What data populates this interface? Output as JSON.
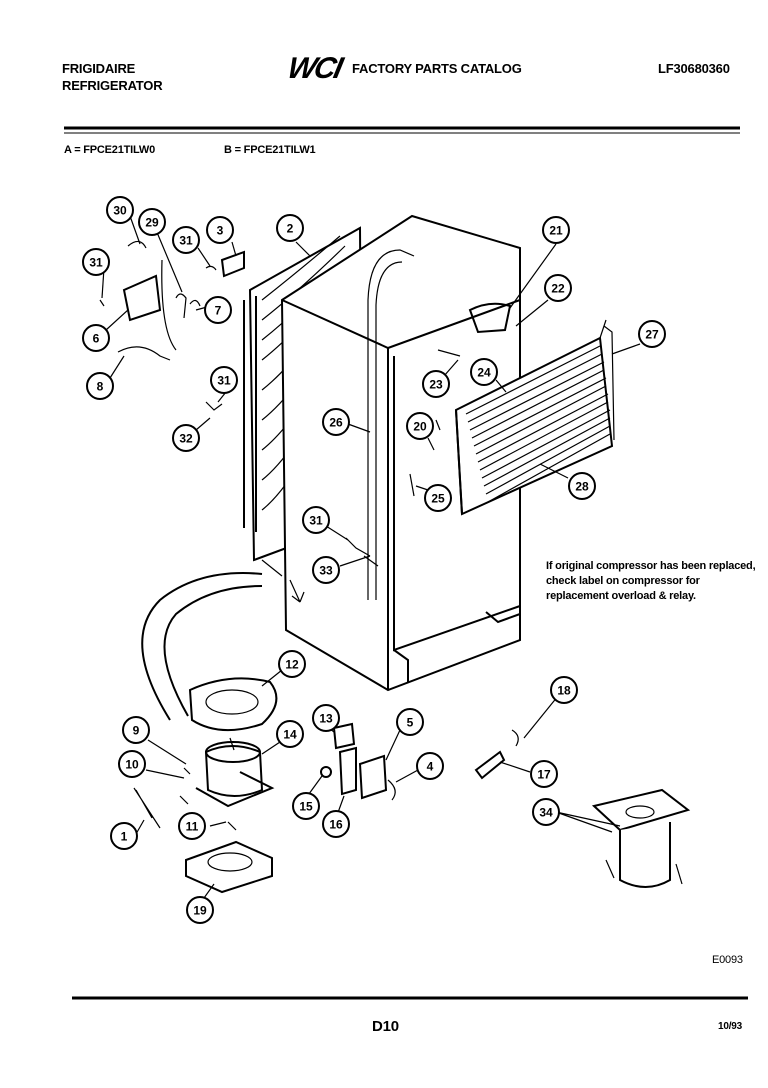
{
  "header": {
    "brand_line1": "FRIGIDAIRE",
    "brand_line2": "REFRIGERATOR",
    "logo_text": "WCI",
    "catalog_title": "FACTORY PARTS CATALOG",
    "catalog_number": "LF30680360"
  },
  "models": {
    "a": "A = FPCE21TILW0",
    "b": "B = FPCE21TILW1"
  },
  "note": "If original compressor has been replaced, check label on compressor for replacement overload & relay.",
  "callouts": [
    "30",
    "29",
    "3",
    "31",
    "31",
    "6",
    "7",
    "8",
    "31",
    "32",
    "2",
    "21",
    "22",
    "27",
    "23",
    "24",
    "20",
    "26",
    "25",
    "28",
    "31",
    "33",
    "12",
    "9",
    "13",
    "5",
    "14",
    "10",
    "15",
    "4",
    "16",
    "1",
    "11",
    "19",
    "18",
    "17",
    "34"
  ],
  "footer": {
    "drawing_code": "E0093",
    "page_number": "D10",
    "date_code": "10/93"
  },
  "colors": {
    "ink": "#000000",
    "paper": "#ffffff"
  }
}
